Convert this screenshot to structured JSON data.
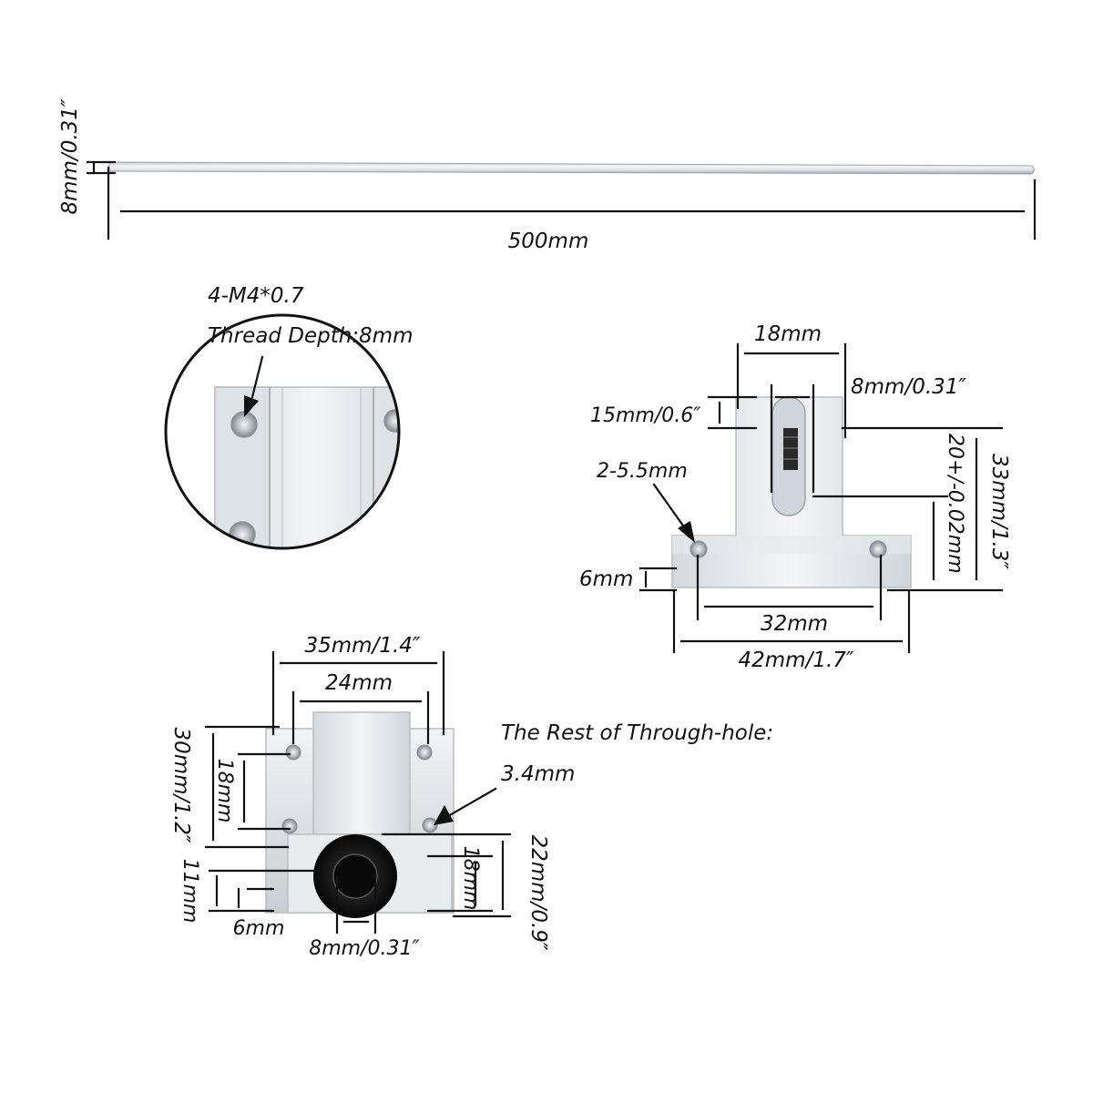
{
  "colors": {
    "background": "#ffffff",
    "dimension_line": "#111111",
    "aluminum_light": "#eef1f4",
    "aluminum_mid": "#d4d9de",
    "aluminum_dark": "#aab1b8",
    "rod_highlight": "#f4f6f8",
    "bearing_dark": "#1a1a1a"
  },
  "rod": {
    "diameter_label": "8mm/0.31″",
    "length_label": "500mm"
  },
  "detail_callout": {
    "thread_spec": "4-M4*0.7",
    "thread_depth": "Thread Depth:8mm"
  },
  "shaft_support": {
    "slot_width": "18mm",
    "bore": "8mm/0.31″",
    "top_height": "15mm/0.6″",
    "mount_hole": "2-5.5mm",
    "center_height": "20+/-0.02mm",
    "total_height": "33mm/1.3″",
    "base_thickness": "6mm",
    "hole_spacing": "32mm",
    "base_width": "42mm/1.7″"
  },
  "linear_bearing": {
    "total_width": "35mm/1.4″",
    "hole_spacing_x": "24mm",
    "through_hole_note": "The Rest of Through-hole:",
    "through_hole_size": "3.4mm",
    "total_length": "30mm/1.2″",
    "hole_spacing_y": "18mm",
    "center_height": "11mm",
    "base_offset": "6mm",
    "bore": "8mm/0.31″",
    "body_height_inner": "18mm",
    "total_height": "22mm/0.9″"
  }
}
